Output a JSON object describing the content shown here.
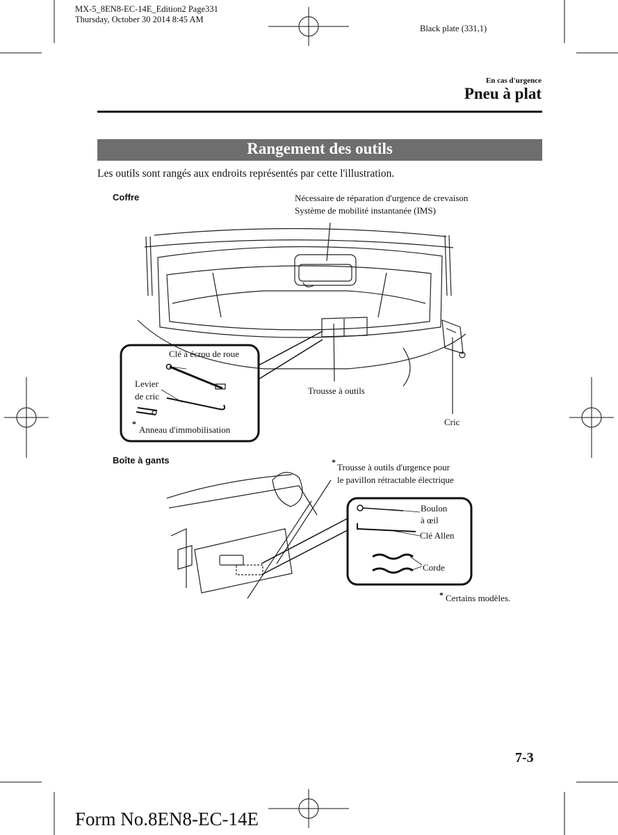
{
  "print_header": {
    "line1": "MX-5_8EN8-EC-14E_Edition2 Page331",
    "line2": "Thursday, October 30 2014 8:45 AM",
    "plate": "Black plate (331,1)"
  },
  "section_label": "En cas d'urgence",
  "page_title": "Pneu à plat",
  "heading": "Rangement des outils",
  "intro": "Les outils sont rangés aux endroits représentés par cette l'illustration.",
  "trunk": {
    "title": "Coffre",
    "repair_kit_line1": "Nécessaire de réparation d'urgence de crevaison",
    "repair_kit_line2": "Système de mobilité instantanée (IMS)",
    "lug_wrench": "Clé à écrou de roue",
    "jack_lever_line1": "Levier",
    "jack_lever_line2": "de cric",
    "tow_hook_mark": "*",
    "tow_hook": "Anneau d'immobilisation",
    "tool_bag": "Trousse à outils",
    "jack": "Cric"
  },
  "glovebox": {
    "title": "Boîte à gants",
    "kit_mark": "*",
    "kit_line1": "Trousse à outils d'urgence pour",
    "kit_line2": "le pavillon rétractable électrique",
    "eye_bolt_line1": "Boulon",
    "eye_bolt_line2": "à œil",
    "allen_key": "Clé Allen",
    "rope": "Corde"
  },
  "footnote_mark": "*",
  "footnote": "Certains modèles.",
  "page_number": "7-3",
  "form_number": "Form No.8EN8-EC-14E"
}
